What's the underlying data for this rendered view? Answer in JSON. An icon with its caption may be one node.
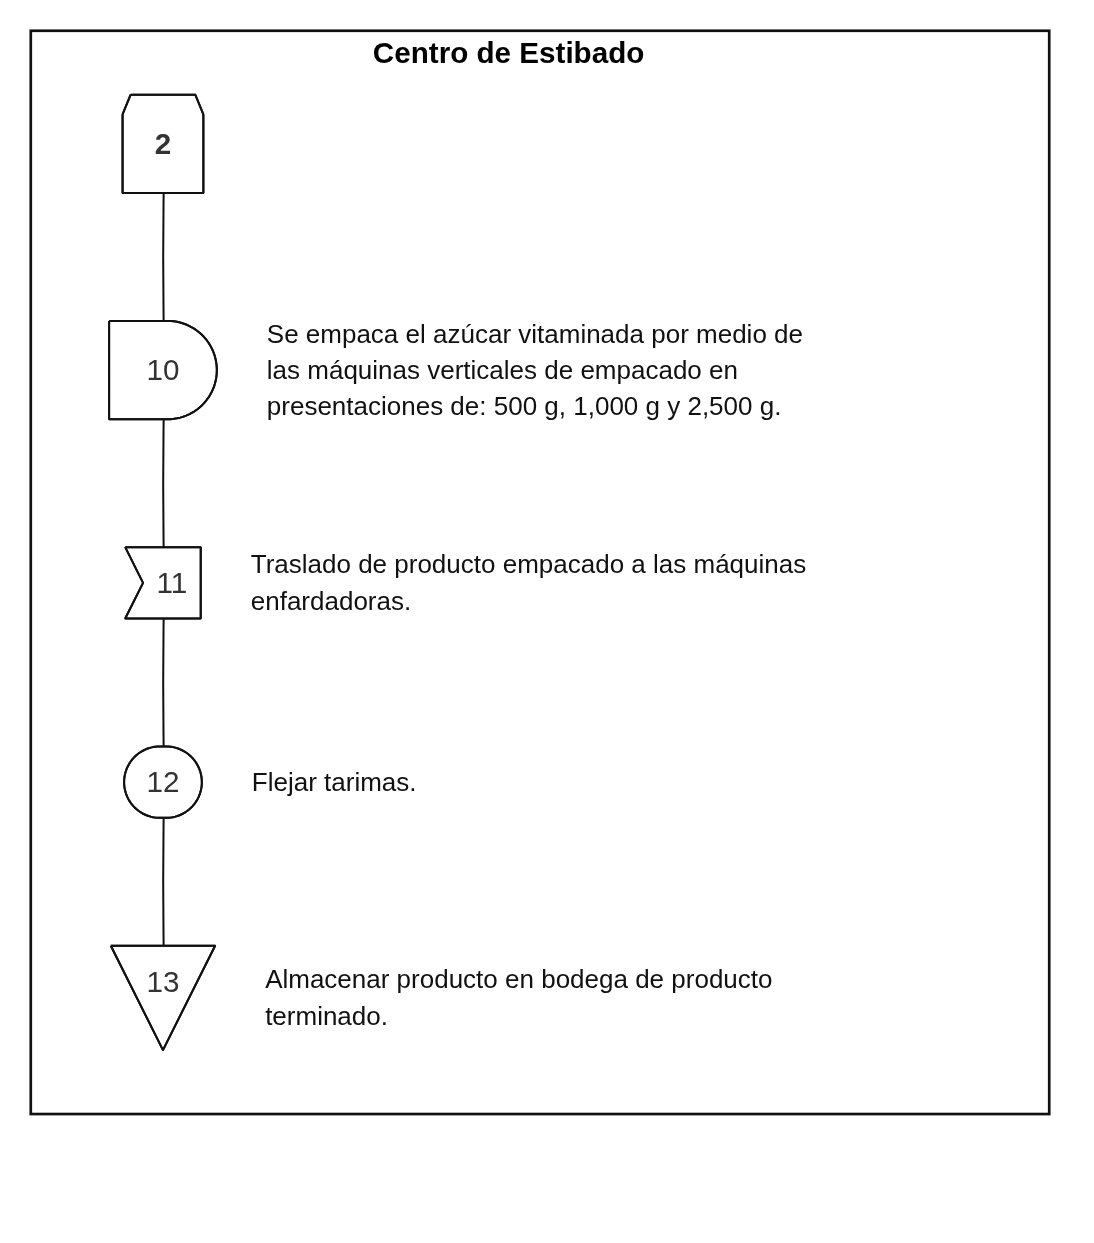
{
  "diagram": {
    "nodes": [
      {
        "text": [
          "Centro de Estibado"
        ]
      },
      {
        "text": [
          "2"
        ],
        "in": 0
      },
      {
        "text": [
          "10"
        ],
        "in": 0,
        "beside": [
          "Se empaca el azúcar vitaminada por medio de las máquinas verticales de empacado en presentaciones de: 500 g, 1,000 g y 2,500 g."
        ]
      },
      {
        "text": [
          "11"
        ],
        "in": 0,
        "beside": [
          "Traslado de producto empacado a las máquinas enfardadoras."
        ]
      },
      {
        "text": [
          "12"
        ],
        "in": 0,
        "beside": [
          "Flejar tarimas."
        ]
      },
      {
        "text": [
          "13"
        ],
        "in": 0,
        "beside": [
          "Almacenar producto en bodega de producto terminado."
        ]
      }
    ],
    "edges": [
      {
        "from": 1,
        "to": 2,
        "arrow": "none"
      },
      {
        "from": 2,
        "to": 3,
        "arrow": "none"
      },
      {
        "from": 3,
        "to": 4,
        "arrow": "none"
      },
      {
        "from": 4,
        "to": 5,
        "arrow": "none"
      }
    ]
  }
}
